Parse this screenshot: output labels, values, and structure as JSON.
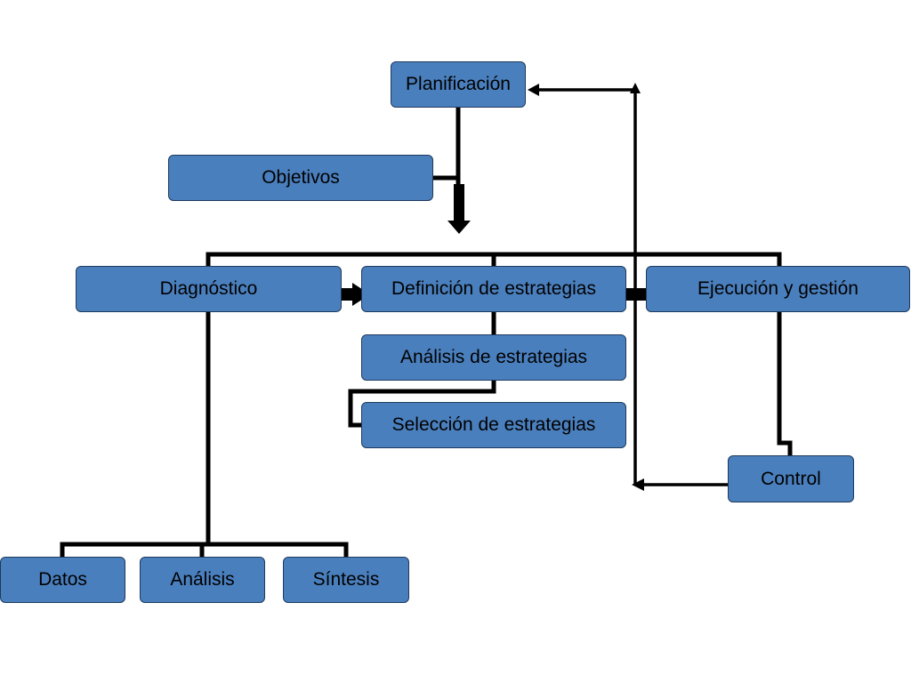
{
  "colors": {
    "node_fill": "#4a7fbd",
    "node_border": "#1f3a5c",
    "connector": "#000000",
    "background": "#ffffff"
  },
  "nodes": {
    "planificacion": "Planificación",
    "objetivos": "Objetivos",
    "diagnostico": "Diagnóstico",
    "definicion": "Definición de estrategias",
    "ejecucion": "Ejecución y gestión",
    "analisis_estrategias": "Análisis de estrategias",
    "seleccion_estrategias": "Selección de estrategias",
    "control": "Control",
    "datos": "Datos",
    "analisis": "Análisis",
    "sintesis": "Síntesis"
  }
}
